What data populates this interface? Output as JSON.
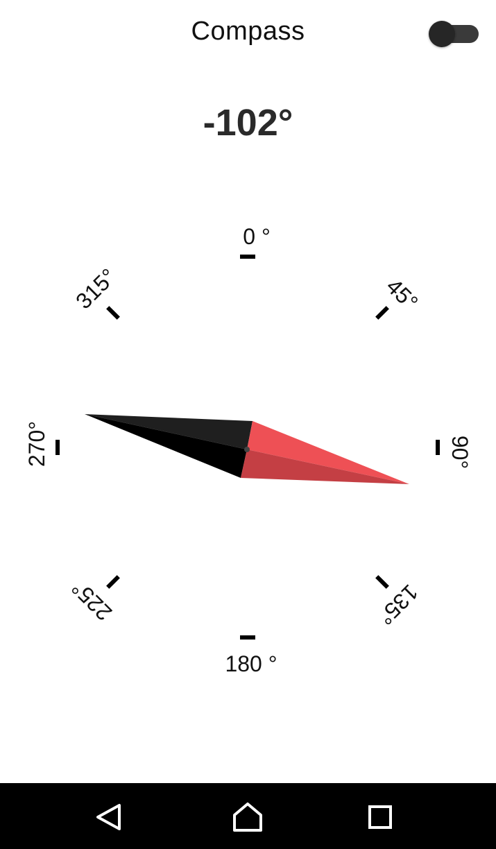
{
  "app_bar": {
    "title": "Compass",
    "toggle": {
      "state": "off",
      "thumb_color": "#262626",
      "track_color": "#3a3a3a"
    }
  },
  "heading": {
    "value": "-102°"
  },
  "dial": {
    "labels": [
      {
        "key": "n",
        "text": "0 °"
      },
      {
        "key": "ne",
        "text": "45°"
      },
      {
        "key": "e",
        "text": "90°"
      },
      {
        "key": "se",
        "text": "135°"
      },
      {
        "key": "s",
        "text": "180 °"
      },
      {
        "key": "sw",
        "text": "225°"
      },
      {
        "key": "w",
        "text": "270°"
      },
      {
        "key": "nw",
        "text": "315°"
      }
    ],
    "needle": {
      "north_color_light": "#1f1f1f",
      "north_color_dark": "#000000",
      "south_color_light": "#ee5055",
      "south_color_dark": "#c43f44"
    }
  },
  "nav_bar": {
    "icons": [
      "back-triangle-icon",
      "home-house-icon",
      "recents-square-icon"
    ]
  }
}
